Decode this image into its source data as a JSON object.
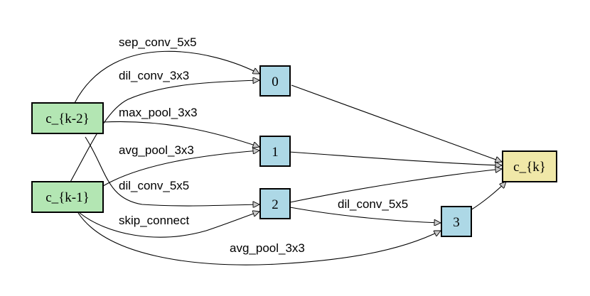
{
  "nodes": {
    "ck2": {
      "label": "c_{k-2}",
      "fill": "#b3e6b3"
    },
    "ck1": {
      "label": "c_{k-1}",
      "fill": "#b3e6b3"
    },
    "n0": {
      "label": "0",
      "fill": "#add8e6"
    },
    "n1": {
      "label": "1",
      "fill": "#add8e6"
    },
    "n2": {
      "label": "2",
      "fill": "#add8e6"
    },
    "n3": {
      "label": "3",
      "fill": "#add8e6"
    },
    "ck": {
      "label": "c_{k}",
      "fill": "#f0e8a8"
    }
  },
  "edges": [
    {
      "from": "c_{k-2}",
      "to": "0",
      "op": "sep_conv_5x5"
    },
    {
      "from": "c_{k-1}",
      "to": "0",
      "op": "dil_conv_3x3"
    },
    {
      "from": "c_{k-2}",
      "to": "1",
      "op": "max_pool_3x3"
    },
    {
      "from": "c_{k-1}",
      "to": "1",
      "op": "avg_pool_3x3"
    },
    {
      "from": "c_{k-2}",
      "to": "2",
      "op": "dil_conv_5x5"
    },
    {
      "from": "c_{k-1}",
      "to": "2",
      "op": "skip_connect"
    },
    {
      "from": "2",
      "to": "3",
      "op": "dil_conv_5x5"
    },
    {
      "from": "c_{k-1}",
      "to": "3",
      "op": "avg_pool_3x3"
    },
    {
      "from": "0",
      "to": "c_{k}",
      "op": ""
    },
    {
      "from": "1",
      "to": "c_{k}",
      "op": ""
    },
    {
      "from": "2",
      "to": "c_{k}",
      "op": ""
    },
    {
      "from": "3",
      "to": "c_{k}",
      "op": ""
    }
  ],
  "colors": {
    "input_node": "#b3e6b3",
    "intermediate_node": "#add8e6",
    "output_node": "#f0e8a8"
  }
}
